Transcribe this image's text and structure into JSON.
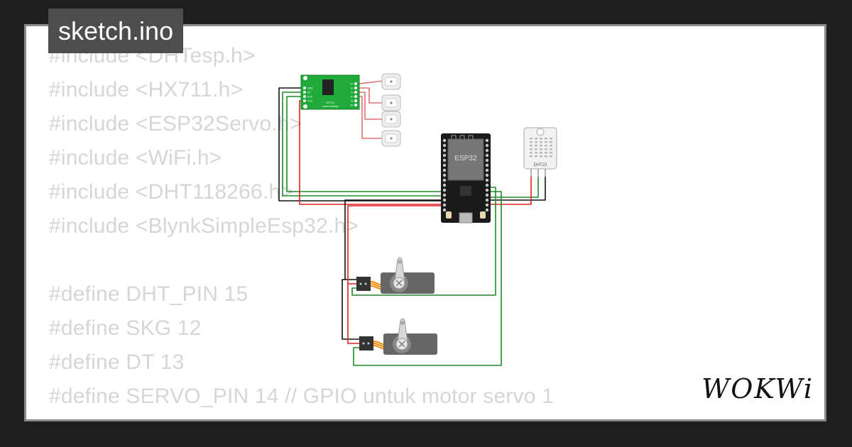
{
  "header": {
    "title": "sketch.ino"
  },
  "code_lines": [
    "#include <DHTesp.h>",
    "#include <HX711.h>",
    "#include <ESP32Servo.h>",
    "#include <WiFi.h>",
    "#include <DHT118266.h>",
    "#include <BlynkSimpleEsp32.h>",
    "",
    "#define DHT_PIN 15",
    "#define SKG 12",
    "#define DT 13",
    "#define SERVO_PIN 14 // GPIO untuk motor servo 1"
  ],
  "diagram": {
    "esp32_label": "ESP32",
    "dht_label": "DHT22",
    "hx711_label": "HX711",
    "hx711_sublabel": "Load Cell Amp",
    "hx711_pins_left": [
      "GND",
      "DT",
      "SCK",
      "VCC"
    ],
    "hx711_pins_right": [
      "E+",
      "E-",
      "A-",
      "A+",
      "B-",
      "B+"
    ]
  },
  "brand": {
    "logo_text": "WOKWi"
  },
  "colors": {
    "background": "#1e1e1e",
    "card": "#ffffff",
    "code_text": "#d6d6d6",
    "title_bg": "#4d4d4d",
    "wire_red": "#e02020",
    "wire_black": "#111111",
    "wire_green": "#1f8a2a",
    "board_green": "#1faa3a",
    "servo_orange": "#f08a00"
  }
}
